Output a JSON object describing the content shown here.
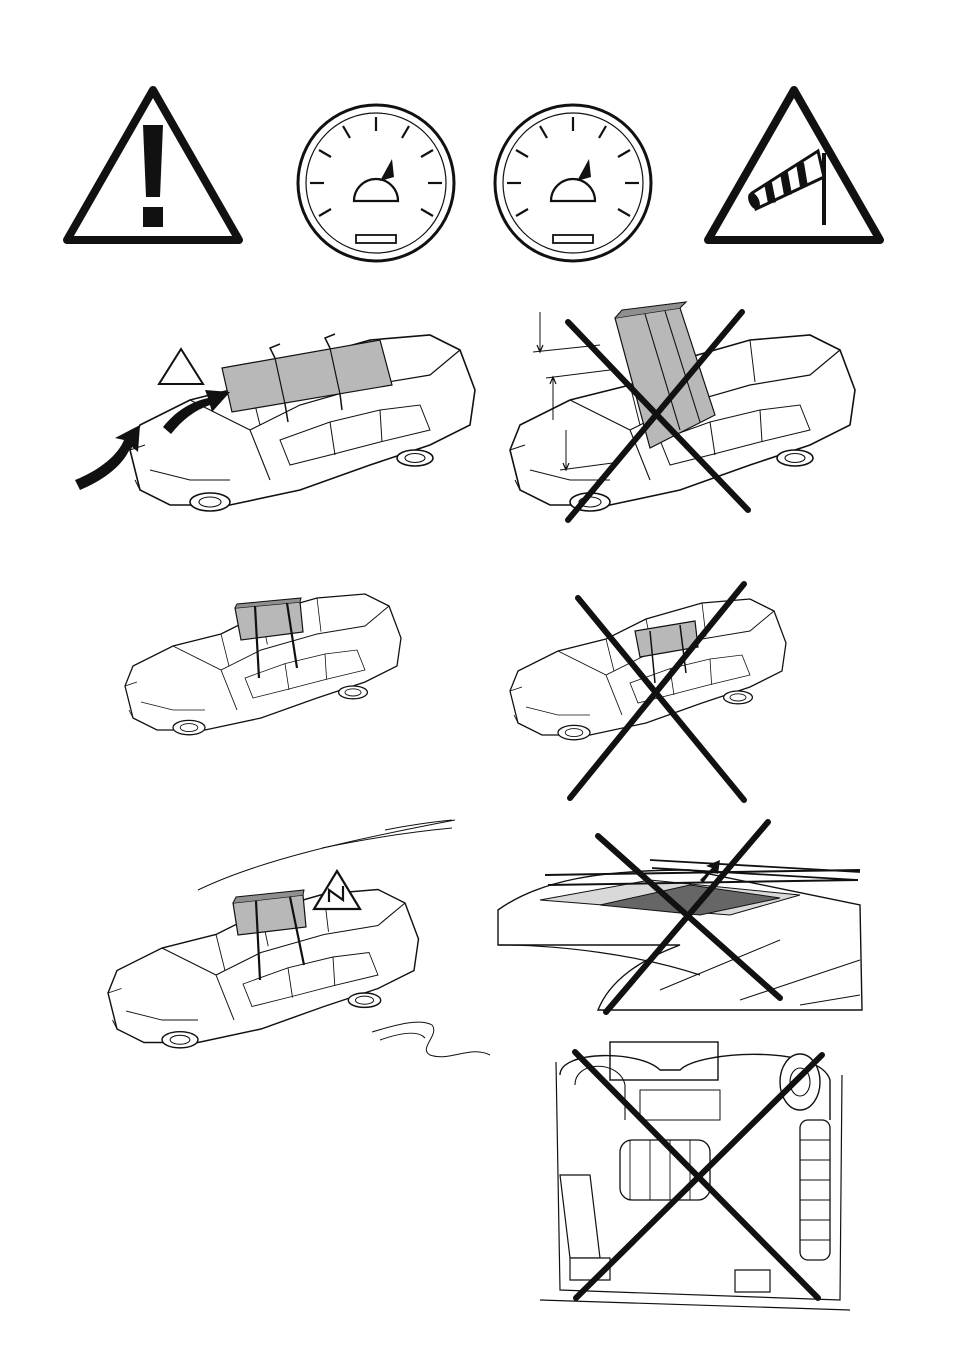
{
  "page": {
    "top_icons": [
      {
        "name": "warning-exclamation-icon"
      },
      {
        "name": "speedometer-icon"
      },
      {
        "name": "speedometer-icon"
      },
      {
        "name": "crosswind-warning-icon"
      }
    ],
    "illustrations": [
      {
        "name": "car-headwind-roof-load",
        "crossed": false,
        "badge": "small-warning-triangle"
      },
      {
        "name": "car-tall-box-overhang",
        "crossed": true
      },
      {
        "name": "car-centered-roof-box",
        "crossed": false
      },
      {
        "name": "car-offset-roof-box",
        "crossed": true
      },
      {
        "name": "car-winding-road",
        "crossed": false,
        "badge": "winding-road-sign"
      },
      {
        "name": "roof-rack-sunroof",
        "crossed": true
      },
      {
        "name": "car-wash-machine",
        "crossed": true
      }
    ]
  },
  "colors": {
    "ink": "#111111",
    "cargo": "#b8b8b8",
    "cargo_dark": "#8f8f8f",
    "paper": "#ffffff"
  }
}
